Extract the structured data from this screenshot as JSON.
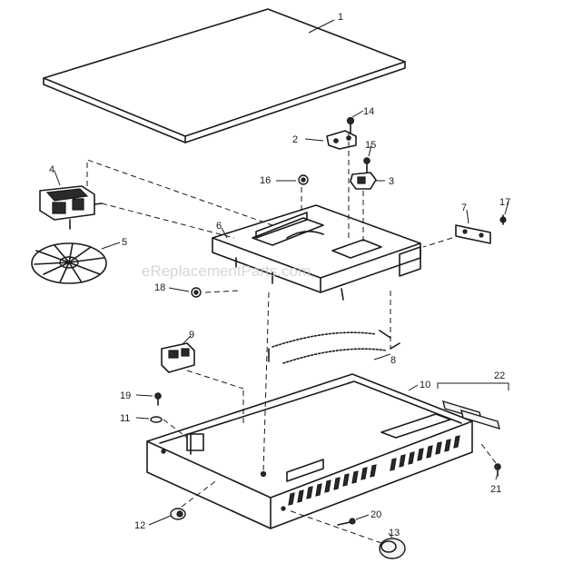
{
  "watermark": "eReplacementParts.com",
  "callouts": {
    "c1": "1",
    "c2": "2",
    "c3": "3",
    "c4": "4",
    "c5": "5",
    "c6": "6",
    "c7": "7",
    "c8": "8",
    "c9": "9",
    "c10": "10",
    "c11": "11",
    "c12": "12",
    "c13": "13",
    "c14": "14",
    "c15": "15",
    "c16": "16",
    "c17": "17",
    "c18": "18",
    "c19": "19",
    "c20": "20",
    "c21": "21",
    "c22": "22"
  }
}
